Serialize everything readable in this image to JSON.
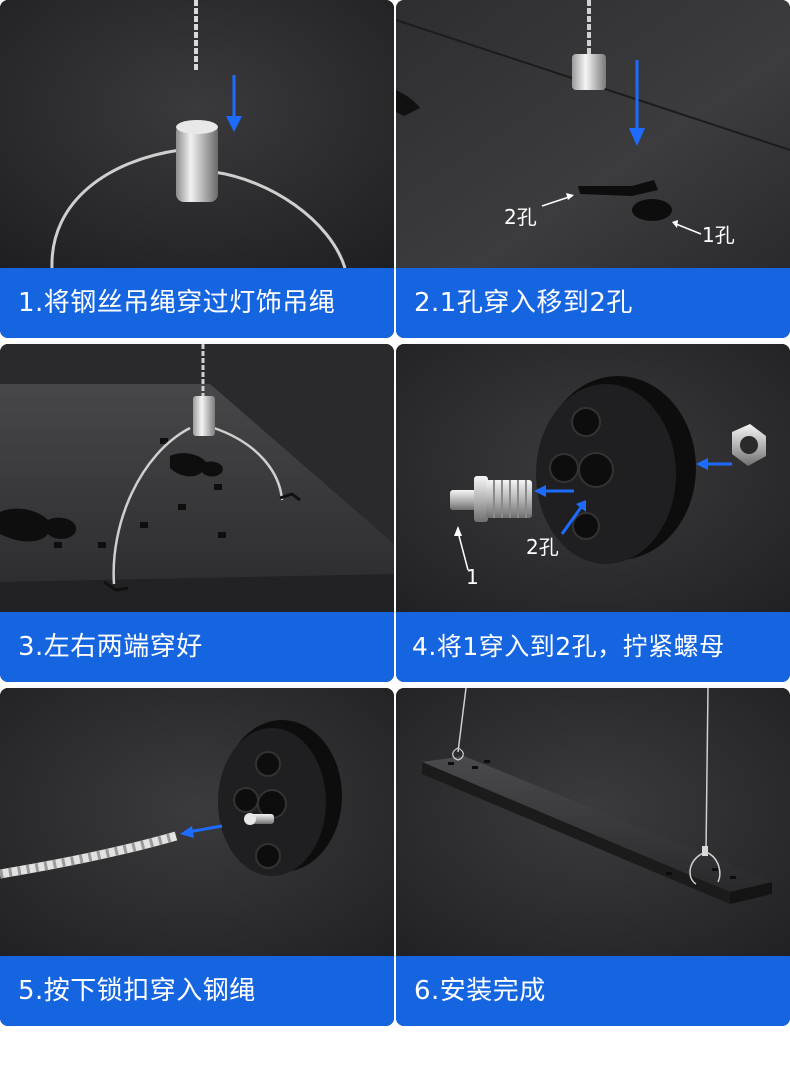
{
  "steps": [
    {
      "caption": "1.将钢丝吊绳穿过灯饰吊绳"
    },
    {
      "caption": "2.1孔穿入移到2孔",
      "labels": {
        "hole2": "2孔",
        "hole1": "1孔"
      }
    },
    {
      "caption": "3.左右两端穿好"
    },
    {
      "caption": "4.将1穿入到2孔，拧紧螺母",
      "labels": {
        "hole2": "2孔",
        "part1": "1"
      }
    },
    {
      "caption": "5.按下锁扣穿入钢绳"
    },
    {
      "caption": "6.安装完成"
    }
  ],
  "colors": {
    "caption_bg": "#1565e0",
    "panel_bg": "#2c2c2e",
    "arrow": "#1e6cff"
  },
  "icons": [
    "down-arrow-icon",
    "left-arrow-icon"
  ]
}
